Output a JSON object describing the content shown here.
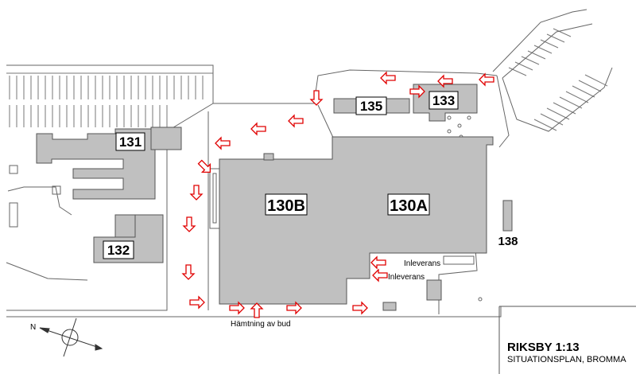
{
  "map": {
    "title": "RIKSBY 1:13",
    "subtitle": "SITUATIONSPLAN, BROMMA",
    "buildings": [
      {
        "id": "b131",
        "label": "131"
      },
      {
        "id": "b132",
        "label": "132"
      },
      {
        "id": "b133",
        "label": "133"
      },
      {
        "id": "b135",
        "label": "135"
      },
      {
        "id": "b130b",
        "label": "130B"
      },
      {
        "id": "b130a",
        "label": "130A"
      },
      {
        "id": "b138",
        "label": "138"
      }
    ],
    "annotations": {
      "delivery_1": "Inleverans",
      "delivery_2": "Inleverans",
      "pickup": "Hämtning av bud"
    },
    "compass": {
      "north_label": "N"
    },
    "colors": {
      "building_fill": "#c0c0c0",
      "building_stroke": "#555555",
      "arrow_stroke": "#e00000",
      "line": "#555555"
    }
  }
}
